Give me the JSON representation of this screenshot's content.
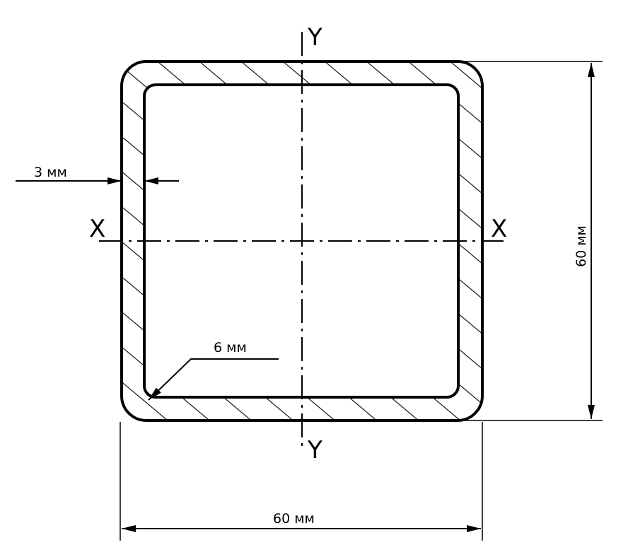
{
  "drawing": {
    "axis_y_top": "Y",
    "axis_y_bottom": "Y",
    "axis_x_left": "X",
    "axis_x_right": "X",
    "wall_thickness": "3 мм",
    "inner_radius": "6 мм",
    "height": "60 мм",
    "width": "60 мм"
  },
  "colors": {
    "line": "#000000",
    "background": "#ffffff"
  }
}
